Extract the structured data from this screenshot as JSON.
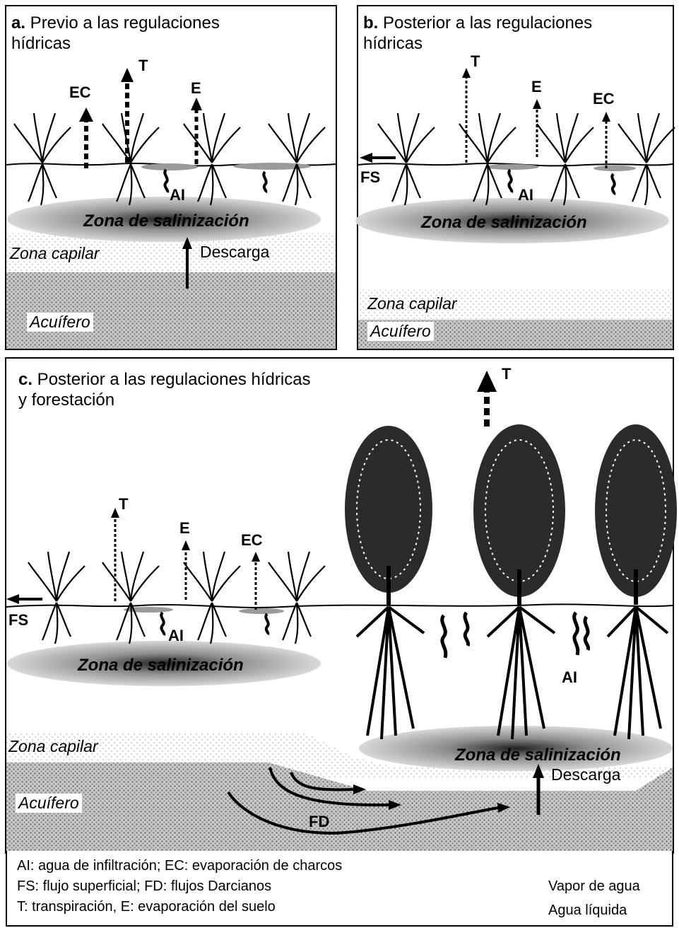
{
  "panels": {
    "a": {
      "letter": "a.",
      "title_line1": " Previo a las regulaciones",
      "title_line2": "hídricas"
    },
    "b": {
      "letter": "b.",
      "title_line1": " Posterior a las regulaciones",
      "title_line2": "hídricas"
    },
    "c": {
      "letter": "c.",
      "title_line1": " Posterior a las regulaciones hídricas",
      "title_line2": "y forestación"
    }
  },
  "labels": {
    "ec": "EC",
    "t": "T",
    "e": "E",
    "ai": "AI",
    "fs": "FS",
    "fd": "FD",
    "salinizacion": "Zona de salinización",
    "capilar": "Zona capilar",
    "acuifero": "Acuífero",
    "descarga": "Descarga"
  },
  "legend": {
    "line1": "AI: agua de infiltración;  EC: evaporación de charcos",
    "line2": "FS: flujo superficial; FD: flujos Darcianos",
    "line3": "T: transpiración, E: evaporación del suelo",
    "vapor": "Vapor de agua",
    "liquida": "Agua líquida"
  }
}
